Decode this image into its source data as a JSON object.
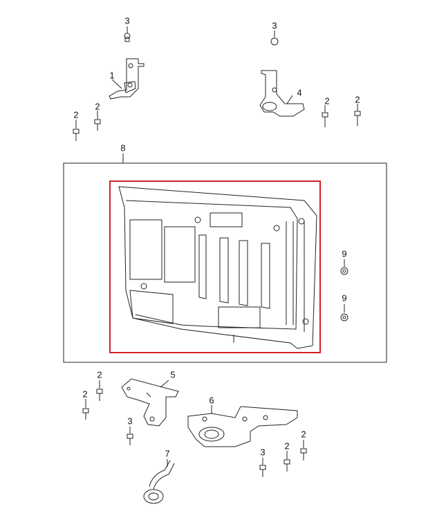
{
  "callouts": {
    "c1": "1",
    "c2a": "2",
    "c2b": "2",
    "c3a": "3",
    "c3b": "3",
    "c4": "4",
    "c2c": "2",
    "c2d": "2",
    "c8": "8",
    "c9a": "9",
    "c9b": "9",
    "c2e": "2",
    "c2f": "2",
    "c5": "5",
    "c3c": "3",
    "c6": "6",
    "c7": "7",
    "c3d": "3",
    "c2g": "2",
    "c2h": "2"
  },
  "colors": {
    "line": "#222222",
    "highlight": "#d0202a"
  }
}
